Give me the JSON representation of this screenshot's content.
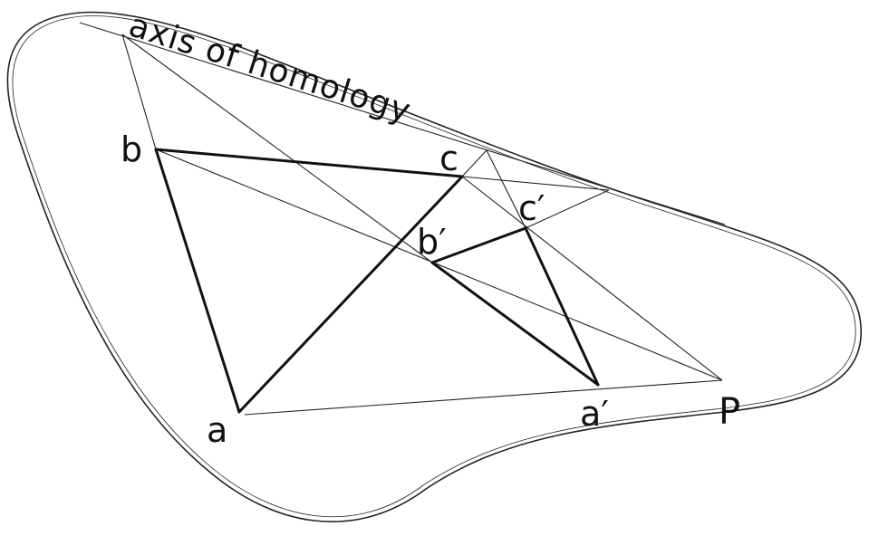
{
  "diagram": {
    "axis_label": "axis of homology",
    "points": {
      "a": "a",
      "b": "b",
      "c": "c",
      "a_prime": "a′",
      "b_prime": "b′",
      "c_prime": "c′",
      "P": "P"
    }
  }
}
